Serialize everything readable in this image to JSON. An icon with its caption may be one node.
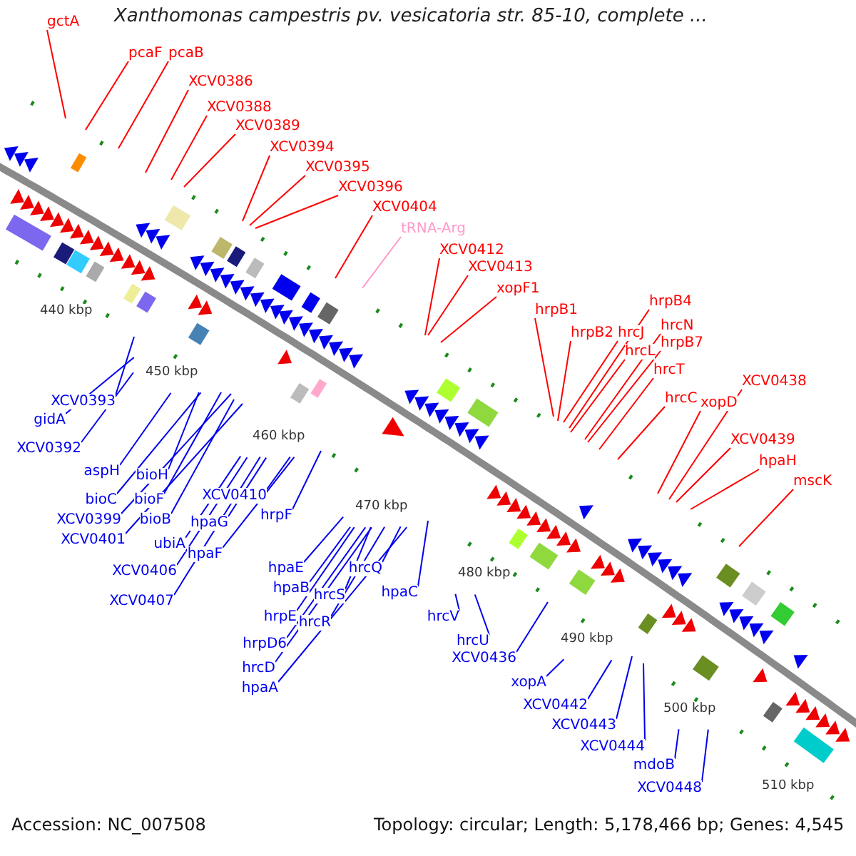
{
  "diagram": {
    "title": "Xanthomonas campestris pv. vesicatoria str. 85-10, complete ...",
    "nodes": [
      {
        "text": [
          "gctA"
        ]
      },
      {
        "text": [
          "pcaF"
        ]
      },
      {
        "text": [
          "pcaB"
        ]
      },
      {
        "text": [
          "XCV0386"
        ]
      },
      {
        "text": [
          "XCV0388"
        ]
      },
      {
        "text": [
          "XCV0389"
        ]
      },
      {
        "text": [
          "XCV0394"
        ]
      },
      {
        "text": [
          "XCV0395"
        ]
      },
      {
        "text": [
          "XCV0396"
        ]
      },
      {
        "text": [
          "XCV0404"
        ]
      },
      {
        "text": [
          "tRNA-Arg"
        ]
      },
      {
        "text": [
          "XCV0412"
        ]
      },
      {
        "text": [
          "XCV0413"
        ]
      },
      {
        "text": [
          "xopF1"
        ]
      },
      {
        "text": [
          "hrpB1"
        ]
      },
      {
        "text": [
          "hrpB2"
        ]
      },
      {
        "text": [
          "hrcJ"
        ]
      },
      {
        "text": [
          "hrpB4"
        ]
      },
      {
        "text": [
          "hrcL"
        ]
      },
      {
        "text": [
          "hrcN"
        ]
      },
      {
        "text": [
          "hrpB7"
        ]
      },
      {
        "text": [
          "hrcT"
        ]
      },
      {
        "text": [
          "hrcC"
        ]
      },
      {
        "text": [
          "xopD"
        ]
      },
      {
        "text": [
          "XCV0438"
        ]
      },
      {
        "text": [
          "XCV0439"
        ]
      },
      {
        "text": [
          "hpaH"
        ]
      },
      {
        "text": [
          "mscK"
        ]
      },
      {
        "text": [
          "XCV0393"
        ]
      },
      {
        "text": [
          "gidA"
        ]
      },
      {
        "text": [
          "XCV0392"
        ]
      },
      {
        "text": [
          "aspH"
        ]
      },
      {
        "text": [
          "bioH"
        ]
      },
      {
        "text": [
          "bioC"
        ]
      },
      {
        "text": [
          "bioF"
        ]
      },
      {
        "text": [
          "XCV0399"
        ]
      },
      {
        "text": [
          "bioB"
        ]
      },
      {
        "text": [
          "XCV0401"
        ]
      },
      {
        "text": [
          "ubiA"
        ]
      },
      {
        "text": [
          "XCV0410"
        ]
      },
      {
        "text": [
          "hpaG"
        ]
      },
      {
        "text": [
          "hpaF"
        ]
      },
      {
        "text": [
          "XCV0406"
        ]
      },
      {
        "text": [
          "XCV0407"
        ]
      },
      {
        "text": [
          "hrpF"
        ]
      },
      {
        "text": [
          "hpaE"
        ]
      },
      {
        "text": [
          "hpaB"
        ]
      },
      {
        "text": [
          "hrcS"
        ]
      },
      {
        "text": [
          "hrcQ"
        ]
      },
      {
        "text": [
          "hrpE"
        ]
      },
      {
        "text": [
          "hrcR"
        ]
      },
      {
        "text": [
          "hrpD6"
        ]
      },
      {
        "text": [
          "hrcD"
        ]
      },
      {
        "text": [
          "hpaA"
        ]
      },
      {
        "text": [
          "hpaC"
        ]
      },
      {
        "text": [
          "hrcV"
        ]
      },
      {
        "text": [
          "hrcU"
        ]
      },
      {
        "text": [
          "XCV0436"
        ]
      },
      {
        "text": [
          "xopA"
        ]
      },
      {
        "text": [
          "XCV0442"
        ]
      },
      {
        "text": [
          "XCV0443"
        ]
      },
      {
        "text": [
          "XCV0444"
        ]
      },
      {
        "text": [
          "mdoB"
        ]
      },
      {
        "text": [
          "XCV0448"
        ]
      }
    ],
    "edges": [
      {
        "from": 0,
        "to": null,
        "arrow": "none",
        "color": "#ff0000"
      },
      {
        "from": 1,
        "to": null,
        "arrow": "none",
        "color": "#ff0000"
      },
      {
        "from": 2,
        "to": null,
        "arrow": "none",
        "color": "#ff0000"
      },
      {
        "from": 3,
        "to": null,
        "arrow": "none",
        "color": "#ff0000"
      },
      {
        "from": 4,
        "to": null,
        "arrow": "none",
        "color": "#ff0000"
      },
      {
        "from": 5,
        "to": null,
        "arrow": "none",
        "color": "#ff0000"
      },
      {
        "from": 6,
        "to": null,
        "arrow": "none",
        "color": "#ff0000"
      },
      {
        "from": 7,
        "to": null,
        "arrow": "none",
        "color": "#ff0000"
      },
      {
        "from": 8,
        "to": null,
        "arrow": "none",
        "color": "#ff0000"
      },
      {
        "from": 9,
        "to": null,
        "arrow": "none",
        "color": "#ff0000"
      },
      {
        "from": 10,
        "to": null,
        "arrow": "none",
        "color": "#ff99cc"
      },
      {
        "from": 11,
        "to": null,
        "arrow": "none",
        "color": "#ff0000"
      },
      {
        "from": 12,
        "to": null,
        "arrow": "none",
        "color": "#ff0000"
      },
      {
        "from": 13,
        "to": null,
        "arrow": "none",
        "color": "#ff0000"
      },
      {
        "from": 14,
        "to": null,
        "arrow": "none",
        "color": "#ff0000"
      },
      {
        "from": 15,
        "to": null,
        "arrow": "none",
        "color": "#ff0000"
      },
      {
        "from": 16,
        "to": null,
        "arrow": "none",
        "color": "#ff0000"
      },
      {
        "from": 17,
        "to": null,
        "arrow": "none",
        "color": "#ff0000"
      },
      {
        "from": 18,
        "to": null,
        "arrow": "none",
        "color": "#ff0000"
      },
      {
        "from": 19,
        "to": null,
        "arrow": "none",
        "color": "#ff0000"
      },
      {
        "from": 20,
        "to": null,
        "arrow": "none",
        "color": "#ff0000"
      },
      {
        "from": 21,
        "to": null,
        "arrow": "none",
        "color": "#ff0000"
      },
      {
        "from": 22,
        "to": null,
        "arrow": "none",
        "color": "#ff0000"
      },
      {
        "from": 23,
        "to": null,
        "arrow": "none",
        "color": "#ff0000"
      },
      {
        "from": 24,
        "to": null,
        "arrow": "none",
        "color": "#ff0000"
      },
      {
        "from": 25,
        "to": null,
        "arrow": "none",
        "color": "#ff0000"
      },
      {
        "from": 26,
        "to": null,
        "arrow": "none",
        "color": "#ff0000"
      },
      {
        "from": 27,
        "to": null,
        "arrow": "none",
        "color": "#ff0000"
      },
      {
        "from": 28,
        "to": null,
        "arrow": "none"
      },
      {
        "from": 29,
        "to": null,
        "arrow": "none"
      },
      {
        "from": 30,
        "to": null,
        "arrow": "none"
      },
      {
        "from": 31,
        "to": null,
        "arrow": "none"
      },
      {
        "from": 32,
        "to": null,
        "arrow": "none"
      },
      {
        "from": 33,
        "to": null,
        "arrow": "none"
      },
      {
        "from": 34,
        "to": null,
        "arrow": "none"
      },
      {
        "from": 35,
        "to": null,
        "arrow": "none"
      },
      {
        "from": 36,
        "to": null,
        "arrow": "none"
      },
      {
        "from": 37,
        "to": null,
        "arrow": "none"
      },
      {
        "from": 38,
        "to": null,
        "arrow": "none"
      },
      {
        "from": 39,
        "to": null,
        "arrow": "none"
      },
      {
        "from": 40,
        "to": null,
        "arrow": "none"
      },
      {
        "from": 41,
        "to": null,
        "arrow": "none"
      },
      {
        "from": 42,
        "to": null,
        "arrow": "none"
      },
      {
        "from": 43,
        "to": null,
        "arrow": "none"
      },
      {
        "from": 44,
        "to": null,
        "arrow": "none"
      },
      {
        "from": 45,
        "to": null,
        "arrow": "none"
      },
      {
        "from": 46,
        "to": null,
        "arrow": "none"
      },
      {
        "from": 47,
        "to": null,
        "arrow": "none"
      },
      {
        "from": 48,
        "to": null,
        "arrow": "none"
      },
      {
        "from": 49,
        "to": null,
        "arrow": "none"
      },
      {
        "from": 50,
        "to": null,
        "arrow": "none"
      },
      {
        "from": 51,
        "to": null,
        "arrow": "none"
      },
      {
        "from": 52,
        "to": null,
        "arrow": "none"
      },
      {
        "from": 53,
        "to": null,
        "arrow": "none"
      },
      {
        "from": 54,
        "to": null,
        "arrow": "none"
      },
      {
        "from": 55,
        "to": null,
        "arrow": "none"
      },
      {
        "from": 56,
        "to": null,
        "arrow": "none"
      },
      {
        "from": 57,
        "to": null,
        "arrow": "none"
      },
      {
        "from": 58,
        "to": null,
        "arrow": "none"
      },
      {
        "from": 59,
        "to": null,
        "arrow": "none"
      },
      {
        "from": 60,
        "to": null,
        "arrow": "none"
      },
      {
        "from": 61,
        "to": null,
        "arrow": "none"
      },
      {
        "from": 62,
        "to": null,
        "arrow": "none"
      },
      {
        "from": 63,
        "to": null,
        "arrow": "none"
      }
    ],
    "labels": [
      "440 kbp",
      "450 kbp",
      "460 kbp",
      "470 kbp",
      "480 kbp",
      "490 kbp",
      "500 kbp",
      "510 kbp",
      "Accession: NC_007508",
      "Topology: circular; Length: 5,178,466 bp; Genes: 4,545"
    ]
  }
}
